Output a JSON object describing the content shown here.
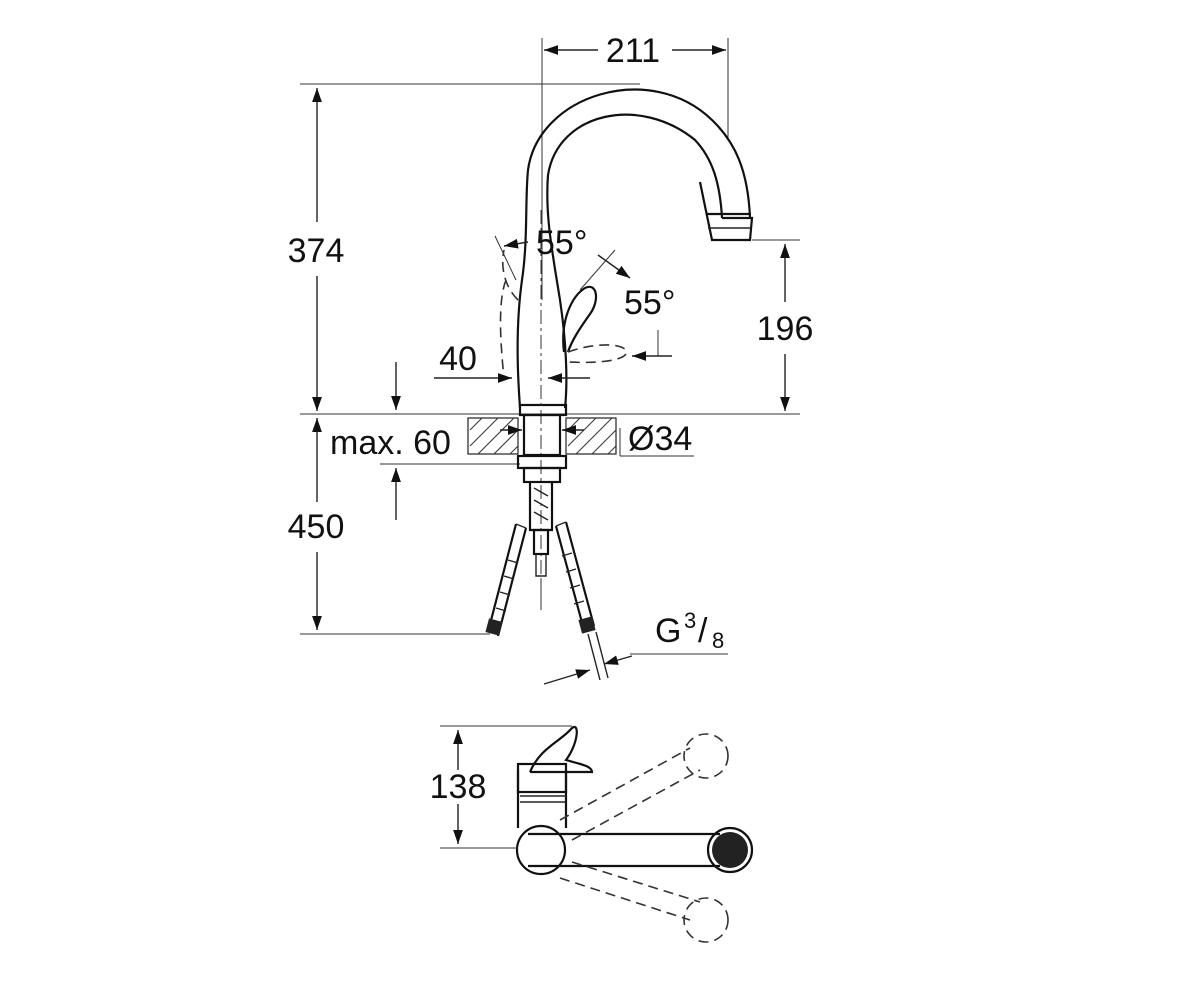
{
  "dimensions": {
    "width_top": "211",
    "height_total": "374",
    "spout_height": "196",
    "lever_angle_1": "55°",
    "lever_angle_2": "55°",
    "base_offset": "40",
    "counter_thickness": "max. 60",
    "hole_diameter": "Ø34",
    "hose_length": "450",
    "thread_prefix": "G",
    "thread_num": "3",
    "thread_sep": "/",
    "thread_den": "8",
    "lever_height": "138"
  },
  "colors": {
    "stroke": "#222222",
    "background": "#ffffff"
  }
}
